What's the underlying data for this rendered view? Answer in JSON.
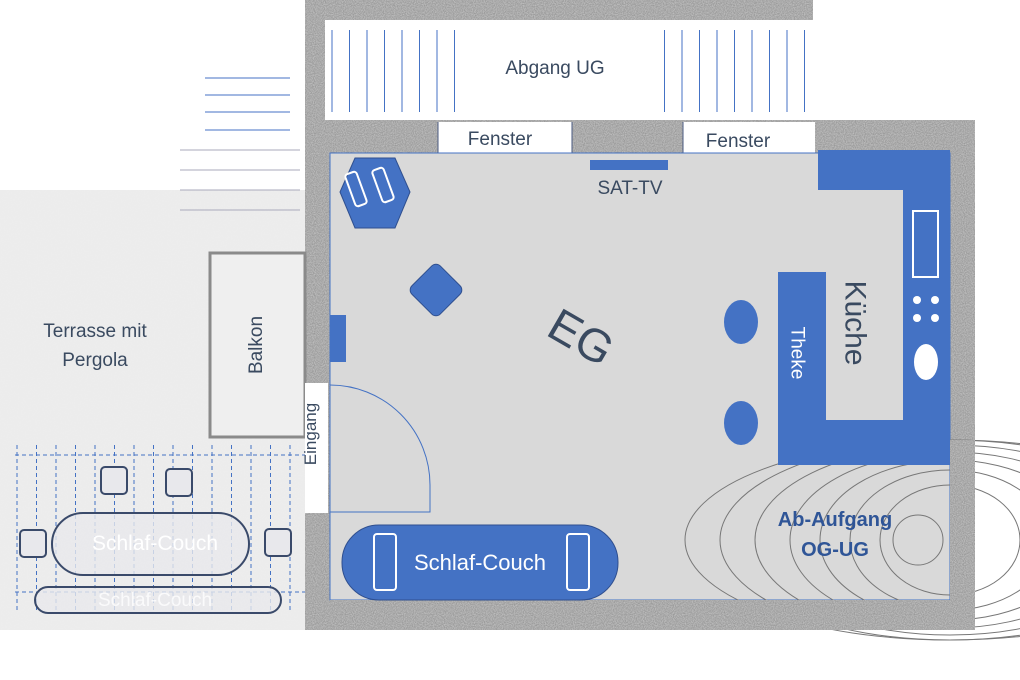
{
  "labels": {
    "stairs_down": "Abgang UG",
    "window_1": "Fenster",
    "window_2": "Fenster",
    "tv": "SAT-TV",
    "floor": "EG",
    "kitchen": "Küche",
    "counter": "Theke",
    "terrace": "Terrasse mit\nPergola",
    "balcony": "Balkon",
    "entrance": "Eingang",
    "sofa_bed": "Schlaf-Couch",
    "staircase": "Ab-Aufgang\nOG-UG",
    "terrace_sofa_1": "Schlaf-Couch",
    "terrace_sofa_2": "Schlaf-Couch"
  },
  "colors": {
    "blue": "#4472c4",
    "room": "#d9d9d9",
    "text": "#3a4a60"
  }
}
